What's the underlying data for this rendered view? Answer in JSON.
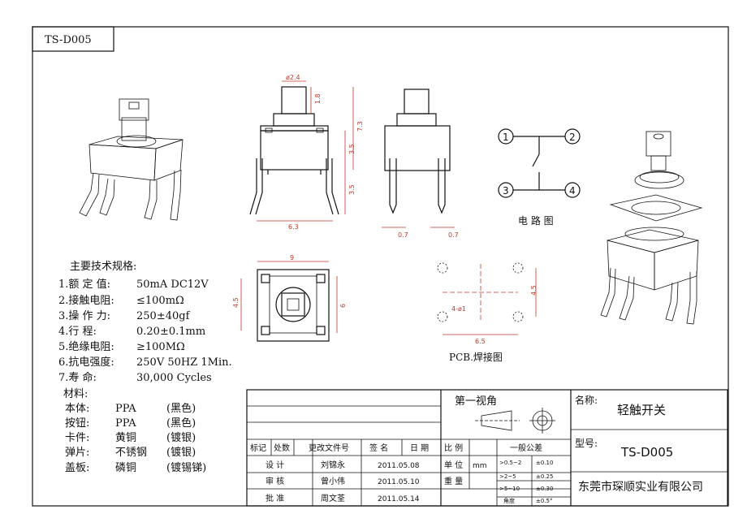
{
  "part_code": "TS-D005",
  "specs": {
    "heading": "主要技术规格:",
    "items": [
      {
        "label": "1.额 定 值:",
        "value": "50mA DC12V"
      },
      {
        "label": "2.接触电阻:",
        "value": "≤100mΩ"
      },
      {
        "label": "3.操 作 力:",
        "value": "250±40gf"
      },
      {
        "label": "4.行     程:",
        "value": "0.20±0.1mm"
      },
      {
        "label": "5.绝缘电阻:",
        "value": "≥100MΩ"
      },
      {
        "label": "6.抗电强度:",
        "value": "250V 50HZ 1Min."
      },
      {
        "label": "7.寿     命:",
        "value": "30,000 Cycles"
      }
    ]
  },
  "materials": {
    "heading": "材料:",
    "items": [
      {
        "part": "本体:",
        "material": "PPA",
        "finish": "(黑色)"
      },
      {
        "part": "按钮:",
        "material": "PPA",
        "finish": "(黑色)"
      },
      {
        "part": "卡件:",
        "material": "黄铜",
        "finish": "(镀银)"
      },
      {
        "part": "弹片:",
        "material": "不锈钢",
        "finish": "(镀银)"
      },
      {
        "part": "盖板:",
        "material": "磷铜",
        "finish": "(镀锡锑)"
      }
    ]
  },
  "dimensions": {
    "d_btn": "ø2.4",
    "h_btn": "1.8",
    "h_total": "7.3",
    "h_body": "3.5",
    "h_pin": "3.5",
    "w_pins": "6.3",
    "pin_w1": "0.7",
    "pin_w2": "0.7",
    "top_w": "9",
    "top_h": "4.5",
    "top_d": "6",
    "pcb_hole": "4-ø1",
    "pcb_h": "4.5",
    "pcb_w": "6.5"
  },
  "circuit": {
    "nodes": [
      "1",
      "2",
      "3",
      "4"
    ],
    "caption": "电 路 图"
  },
  "pcb_caption": "PCB.焊接图",
  "title_block": {
    "projection_label": "第一视角",
    "name_label": "名称:",
    "name_value": "轻触开关",
    "model_label": "型号:",
    "model_value": "TS-D005",
    "company": "东莞市琛顺实业有限公司",
    "header_cols": [
      "标记",
      "处数",
      "更改文件号",
      "签 名",
      "日 期"
    ],
    "rows": [
      {
        "role": "设   计",
        "name": "刘锦永",
        "date": "2011.05.08"
      },
      {
        "role": "审   核",
        "name": "曾小伟",
        "date": "2011.05.10"
      },
      {
        "role": "批   准",
        "name": "周文荃",
        "date": "2011.05.14"
      }
    ],
    "scale_label": "比 例",
    "unit_label": "单 位",
    "unit_value": "mm",
    "weight_label": "重 量",
    "tolerance_label": "一般公差",
    "tolerances": [
      {
        "range": ">0.5~2",
        "value": "±0.10"
      },
      {
        "range": ">2~5",
        "value": "±0.25"
      },
      {
        "range": ">5~10",
        "value": "±0.30"
      },
      {
        "range": "角度",
        "value": "±0.5°"
      }
    ]
  }
}
